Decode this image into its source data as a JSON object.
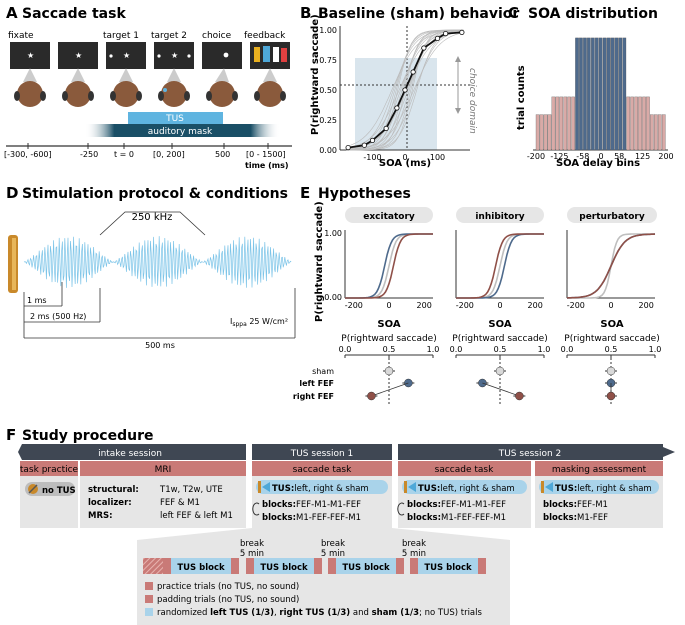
{
  "panelA": {
    "letter": "A",
    "title": "Saccade task",
    "stages": [
      "fixate",
      "target 1",
      "target 2",
      "choice",
      "feedback"
    ],
    "tus_label": "TUS",
    "mask_label": "auditory mask",
    "time_ticks": [
      "[-300, -600]",
      "-250",
      "t = 0",
      "[0, 200]",
      "500",
      "[0 - 1500]"
    ],
    "time_unit": "time (ms)"
  },
  "panelB": {
    "letter": "B",
    "title": "Baseline (sham) behavior",
    "ylabel": "P(rightward saccade)",
    "xlabel": "SOA (ms)",
    "annotation": "choice domain"
  },
  "panelC": {
    "letter": "C",
    "title": "SOA distribution",
    "ylabel": "trial counts",
    "xlabel": "SOA delay bins"
  },
  "panelD": {
    "letter": "D",
    "title": "Stimulation protocol & conditions",
    "freq": "250 kHz",
    "t1": "1 ms",
    "t2": "2 ms (500 Hz)",
    "t3": "500 ms",
    "intensity": "I",
    "intensity_sub": "sppa",
    "intensity_val": "25 W/cm²"
  },
  "panelE": {
    "letter": "E",
    "title": "Hypotheses",
    "headers": [
      "excitatory",
      "inhibitory",
      "perturbatory"
    ],
    "ylabel": "P(rightward saccade)",
    "xlabel": "SOA",
    "ylabel2": "P(rightward saccade)",
    "rows": [
      "sham",
      "left FEF",
      "right FEF"
    ],
    "colors": {
      "sham": "#bfbfbf",
      "left": "#4e6a8c",
      "right": "#8f5048"
    }
  },
  "panelF": {
    "letter": "F",
    "title": "Study procedure",
    "sessions": [
      "intake session",
      "TUS session 1",
      "TUS session 2"
    ],
    "tasks": [
      "task practice",
      "MRI",
      "saccade task",
      "saccade task",
      "masking assessment"
    ],
    "no_tus": "no TUS",
    "mri_keys": [
      "structural:",
      "localizer:",
      "MRS:"
    ],
    "mri_vals": [
      "T1w, T2w, UTE",
      "FEF & M1",
      "left FEF & left M1"
    ],
    "tus_bold": "TUS:",
    "tus_rest": "left, right & sham",
    "blocks_key": "blocks:",
    "blocks_s1": [
      "FEF-M1-M1-FEF",
      "M1-FEF-FEF-M1"
    ],
    "blocks_s2a": [
      "FEF-M1-M1-FEF",
      "M1-FEF-FEF-M1"
    ],
    "blocks_s2b": [
      "FEF-M1",
      "M1-FEF"
    ],
    "break_label": "break",
    "break_dur": "5 min",
    "tus_block": "TUS block",
    "legend": [
      "practice trials (no TUS, no sound)",
      "padding trials (no TUS, no sound)"
    ],
    "legend3_pre": "randomized ",
    "legend3_b1": "left TUS (1/3)",
    "legend3_m1": ", ",
    "legend3_b2": "right TUS (1/3)",
    "legend3_m2": " and ",
    "legend3_b3": "sham (1/3",
    "legend3_post": "; no TUS) trials"
  },
  "chart_data": [
    {
      "type": "line",
      "title": "Baseline (sham) behavior",
      "xlabel": "SOA (ms)",
      "ylabel": "P(rightward saccade)",
      "x_ticks": [
        -100,
        0,
        100
      ],
      "y_ticks": [
        0.0,
        0.25,
        0.5,
        0.75,
        1.0
      ],
      "xlim": [
        -200,
        200
      ],
      "ylim": [
        0,
        1
      ],
      "series": [
        {
          "x": [
            -175,
            -125,
            -100,
            -58,
            -25,
            0,
            25,
            58,
            100,
            125,
            175
          ],
          "values": [
            0.02,
            0.04,
            0.08,
            0.18,
            0.35,
            0.5,
            0.65,
            0.85,
            0.93,
            0.97,
            0.98
          ]
        }
      ]
    },
    {
      "type": "bar",
      "title": "SOA distribution",
      "xlabel": "SOA delay bins",
      "ylabel": "trial counts",
      "x_ticks": [
        "-200",
        "-125",
        "-58",
        "0",
        "58",
        "125",
        "200"
      ],
      "values": [
        0.3,
        0.3,
        0.3,
        0.3,
        0.45,
        0.45,
        0.45,
        0.45,
        0.45,
        0.45,
        0.95,
        0.95,
        0.95,
        0.95,
        0.95,
        0.95,
        0.95,
        0.95,
        0.95,
        0.95,
        0.95,
        0.95,
        0.95,
        0.45,
        0.45,
        0.45,
        0.45,
        0.45,
        0.45,
        0.3,
        0.3,
        0.3,
        0.3
      ]
    }
  ]
}
